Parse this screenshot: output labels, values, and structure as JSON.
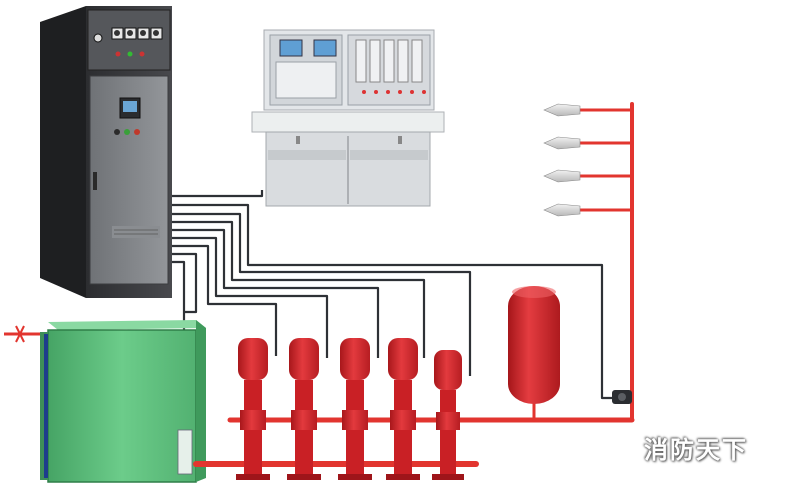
{
  "watermark": {
    "text": "消防天下"
  },
  "colors": {
    "cabinet": "#3a3b3e",
    "cabinet_door": "#7f8286",
    "console": "#d9dde1",
    "tank": "#5fbf7c",
    "pump": "#d7262b",
    "pipe": "#e2352f",
    "pressure_vessel": "#d72a2e",
    "cable": "#2e3136",
    "sprinkler": "#d8d8d8"
  },
  "icons": [
    "control-cabinet",
    "monitoring-console",
    "water-tank",
    "pump",
    "pressure-tank",
    "pressure-switch",
    "sprinkler-head"
  ],
  "equipment": {
    "pump_count": 5,
    "sprinkler_count": 4
  }
}
